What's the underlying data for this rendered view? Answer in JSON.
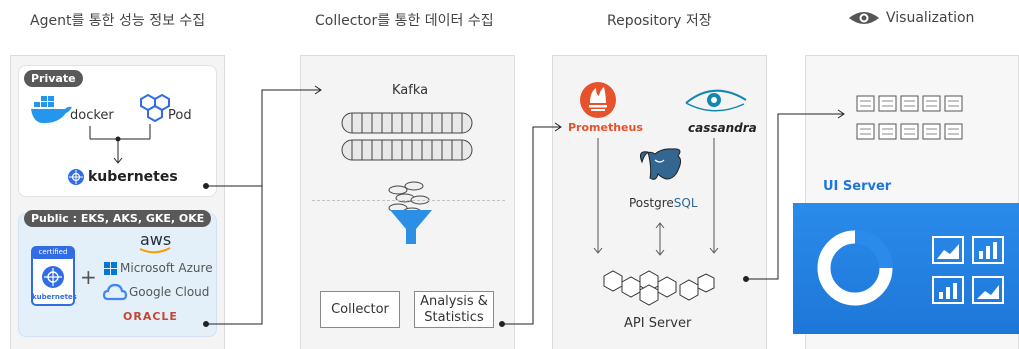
{
  "headings": {
    "agent": "Agent를 통한 성능 정보 수집",
    "collector": "Collector를 통한 데이터 수집",
    "repository": "Repository 저장",
    "visualization": "Visualization"
  },
  "agent": {
    "private_tag": "Private",
    "docker": "docker",
    "pod": "Pod",
    "kubernetes": "kubernetes",
    "public_tag": "Public : EKS, AKS, GKE, OKE",
    "certified": "certified",
    "certified_k8s": "kubernetes",
    "plus": "+",
    "aws": "aws",
    "azure": "Microsoft Azure",
    "gcloud": "Google Cloud",
    "oracle": "ORACLE"
  },
  "collector": {
    "kafka": "Kafka",
    "collector_box": "Collector",
    "analysis_box_line1": "Analysis &",
    "analysis_box_line2": "Statistics"
  },
  "repository": {
    "prometheus": "Prometheus",
    "cassandra": "cassandra",
    "postgres_a": "Postgre",
    "postgres_b": "SQL",
    "api_server": "API Server"
  },
  "visualization": {
    "ui_server": "UI Server"
  },
  "colors": {
    "accent_blue": "#1e77d8",
    "prometheus": "#e6522c",
    "docker": "#2496ed",
    "k8s": "#326ce5",
    "dark": "#595959"
  }
}
